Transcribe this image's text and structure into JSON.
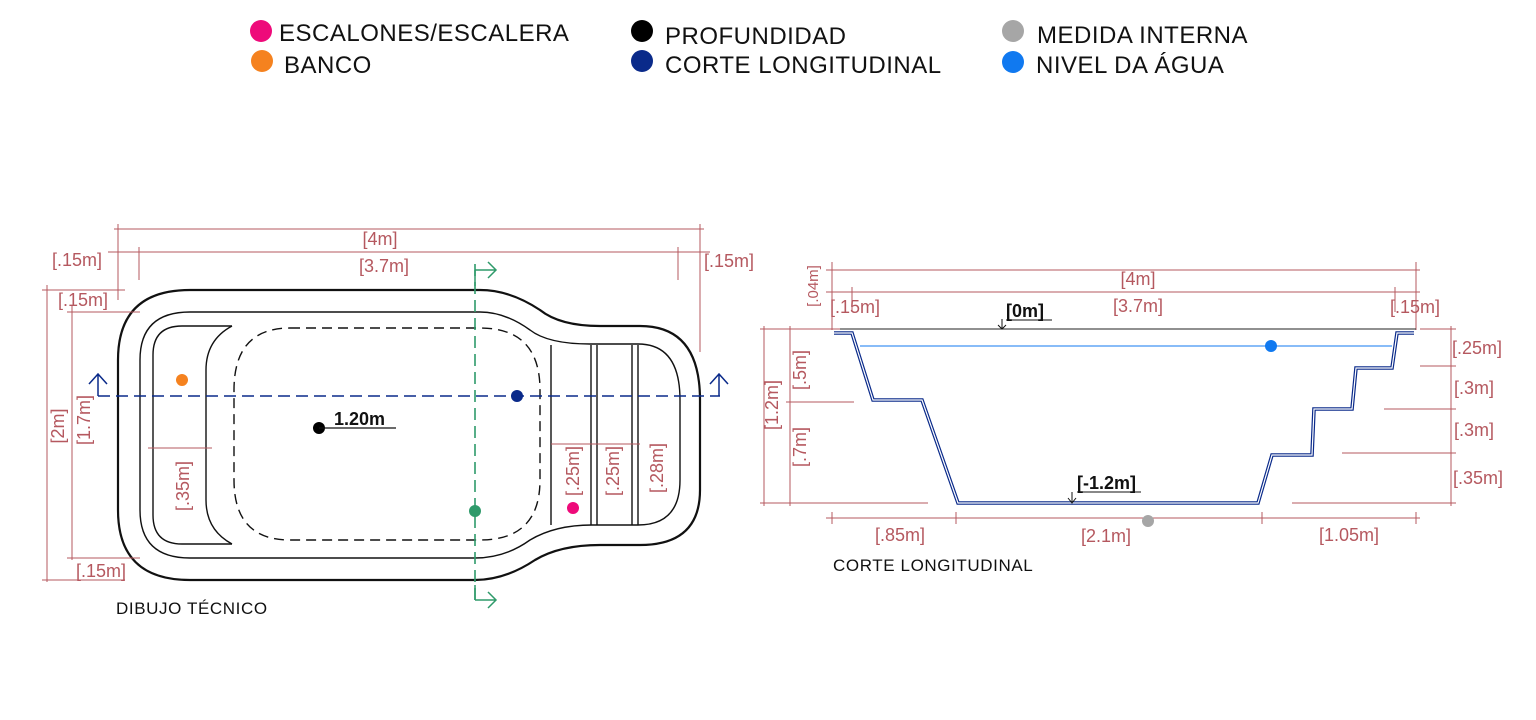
{
  "colors": {
    "dimension": "#b5585f",
    "steps": "#ee0a7a",
    "bench": "#f5821f",
    "depth": "#000000",
    "section": "#0a2a8a",
    "internal": "#a6a6a6",
    "water": "#1079f0",
    "cut": "#2e9a6a"
  },
  "legend": [
    {
      "label": "ESCALONES/ESCALERA",
      "color_key": "steps"
    },
    {
      "label": "BANCO",
      "color_key": "bench"
    },
    {
      "label": "PROFUNDIDAD",
      "color_key": "depth"
    },
    {
      "label": "CORTE LONGITUDINAL",
      "color_key": "section"
    },
    {
      "label": "MEDIDA INTERNA",
      "color_key": "internal"
    },
    {
      "label": "NIVEL DA ÁGUA",
      "color_key": "water"
    }
  ],
  "plan": {
    "caption": "DIBUJO TÉCNICO",
    "depth_label": "1.20m",
    "dims": {
      "total_length": "[4m]",
      "internal_length": "[3.7m]",
      "left_margin": "[.15m]",
      "right_margin": "[.15m]",
      "top_margin": "[.15m]",
      "total_width": "[2m]",
      "internal_width": "[1.7m]",
      "bottom_margin": "[.15m]",
      "bench_width": "[.35m]",
      "step1": "[.25m]",
      "step2": "[.25m]",
      "step3": "[.28m]"
    }
  },
  "section": {
    "caption": "CORTE LONGITUDINAL",
    "level_top": "[0m]",
    "level_bottom": "[-1.2m]",
    "dims": {
      "total_length": "[4m]",
      "internal_length": "[3.7m]",
      "rim": "[.04m]",
      "left_margin": "[.15m]",
      "right_margin": "[.15m]",
      "total_depth": "[1.2m]",
      "bench_depth": "[.5m]",
      "lower_depth": "[.7m]",
      "step1": "[.25m]",
      "step2": "[.3m]",
      "step3": "[.3m]",
      "step4": "[.35m]",
      "left_slope": "[.85m]",
      "floor": "[2.1m]",
      "right_steps": "[1.05m]"
    }
  }
}
